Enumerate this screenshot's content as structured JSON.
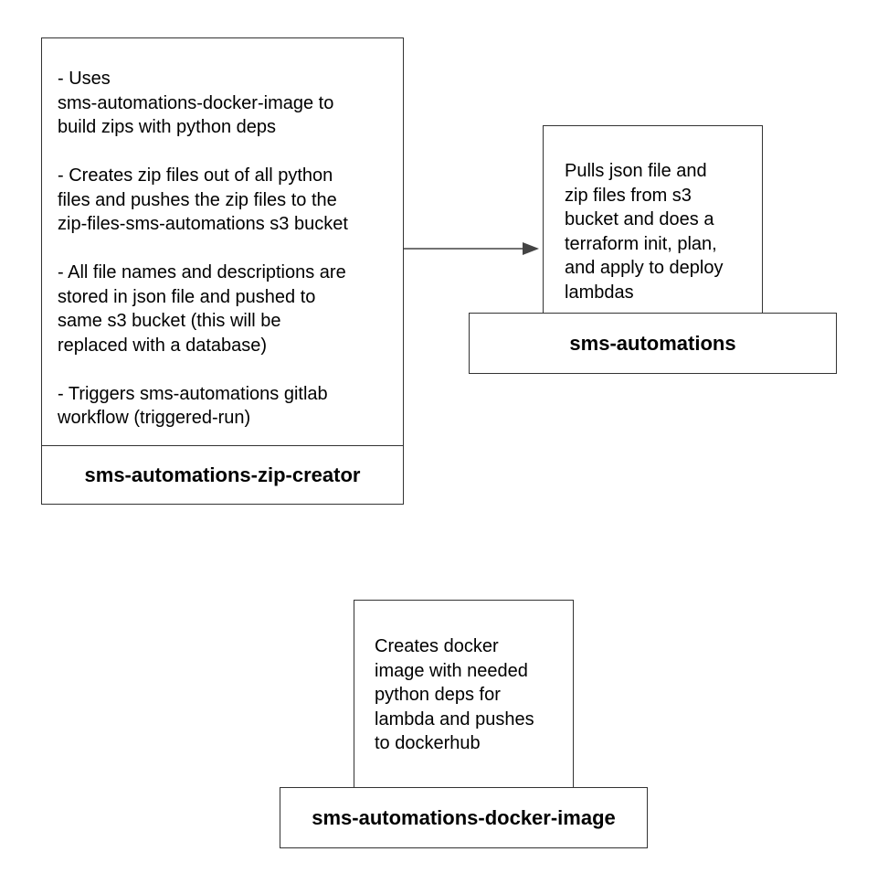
{
  "zip_creator": {
    "description": "- Uses\nsms-automations-docker-image to\nbuild zips with python deps\n\n- Creates zip files out of all python\nfiles and pushes the zip files to the\nzip-files-sms-automations s3 bucket\n\n- All file names and descriptions are\nstored in json file and pushed to\nsame s3 bucket (this will be\nreplaced with a database)\n\n- Triggers sms-automations gitlab\nworkflow (triggered-run)",
    "label": "sms-automations-zip-creator"
  },
  "automations": {
    "description": "Pulls json file and\nzip files from s3\nbucket and does a\nterraform init, plan,\nand apply to deploy\nlambdas",
    "label": "sms-automations"
  },
  "docker_image": {
    "description": "Creates docker\nimage with needed\npython deps for\nlambda and pushes\nto dockerhub",
    "label": "sms-automations-docker-image"
  },
  "colors": {
    "stroke": "#333333",
    "arrow": "#444444",
    "text": "#000000",
    "background": "#ffffff"
  }
}
